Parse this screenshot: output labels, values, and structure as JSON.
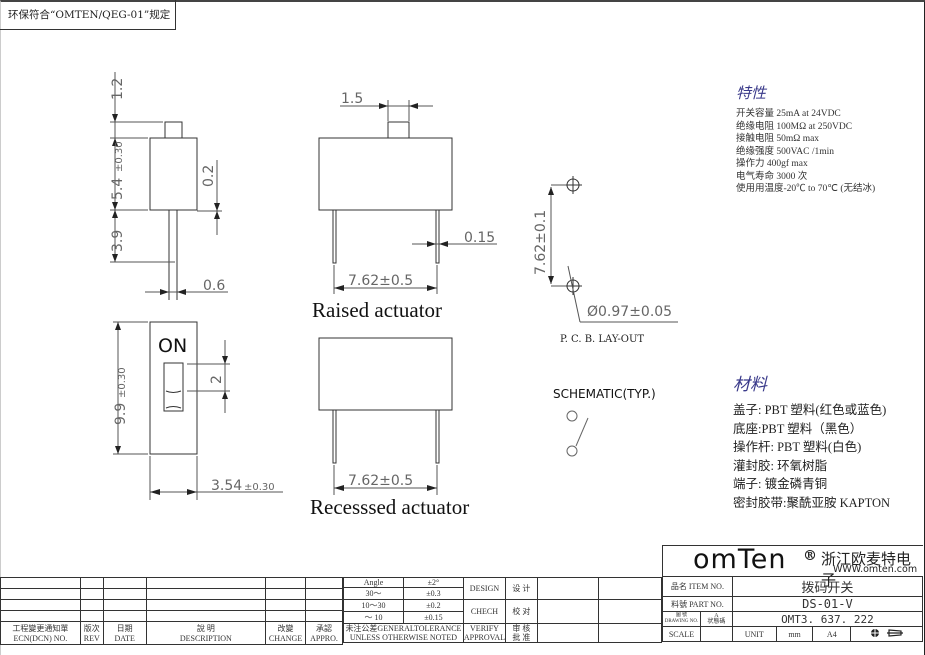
{
  "header": {
    "compliance_note": "环保符合“OMTEN/QEG-01”规定"
  },
  "drawing": {
    "side_view": {
      "dims": [
        "1.2",
        "5.4",
        "±0.30",
        "3.9",
        "0.2",
        "0.6"
      ]
    },
    "top_view": {
      "on_label": "ON",
      "dims": [
        "9.9",
        "±0.30",
        "2",
        "3.54",
        "±0.30"
      ]
    },
    "raised": {
      "dims": [
        "1.5",
        "0.15",
        "7.62±0.5"
      ],
      "caption": "Raised actuator"
    },
    "recessed": {
      "dims": [
        "7.62±0.5"
      ],
      "caption": "Recesssed actuator"
    },
    "pcb_layout": {
      "pitch": "7.62±0.1",
      "hole": "Ø0.97±0.05",
      "caption": "P. C. B. LAY-OUT"
    },
    "schematic": {
      "caption": "SCHEMATIC(TYP.)"
    }
  },
  "characteristics": {
    "title": "特性",
    "lines": [
      "开关容量 25mA at 24VDC",
      "绝缘电阻 100MΩ  at 250VDC",
      "接触电阻 50mΩ  max",
      "绝缘强度 500VAC /1min",
      "操作力 400gf max",
      "电气寿命 3000 次",
      "使用用温度-20℃   to 70℃ (无结冰)"
    ]
  },
  "materials": {
    "title": "材料",
    "lines": [
      "盖子: PBT 塑料(红色或蓝色)",
      "底座:PBT 塑料（黑色）",
      "操作杆: PBT 塑料(白色)",
      "灌封胶: 环氧树脂",
      "端子: 镀金磷青铜",
      "密封胶带:聚酰亚胺 KAPTON"
    ]
  },
  "revision_block": {
    "headers": [
      {
        "cn": "工程變更通知單",
        "en": "ECN(DCN) NO."
      },
      {
        "cn": "版次",
        "en": "REV"
      },
      {
        "cn": "日期",
        "en": "DATE"
      },
      {
        "cn": "說 明",
        "en": "DESCRIPTION"
      },
      {
        "cn": "改變",
        "en": "CHANGE"
      },
      {
        "cn": "承認",
        "en": "APPRO."
      }
    ]
  },
  "tolerance_block": {
    "rows": [
      {
        "range": "Angle",
        "tol": "±2°"
      },
      {
        "range": "30～",
        "tol": "±0.3"
      },
      {
        "range": "10～30",
        "tol": "±0.2"
      },
      {
        "range": "～ 10",
        "tol": "±0.15"
      }
    ],
    "note_cn": "未注公差GENERALTOLERANCE",
    "note_en": "UNLESS OTHERWISE NOTED"
  },
  "approval_block": [
    {
      "en": "DESIGN",
      "cn": "设 计"
    },
    {
      "en": "CHECH",
      "cn": "校 对"
    },
    {
      "en": "VERIFY",
      "cn": "审 核"
    },
    {
      "en": "APPROVAL",
      "cn": "批 准"
    }
  ],
  "title_block": {
    "brand": "omTen",
    "registered": "®",
    "company_cn": "浙江欧麦特电子",
    "website": "WWW.omten.com",
    "item_label": "品名 ITEM NO.",
    "item_value": "拨码开关",
    "part_label": "料號 PART NO.",
    "part_value": "DS-01-V",
    "drawing_label_cn": "圖 號",
    "drawing_label_en": "DRAWING NO.",
    "drawing_rev": "A",
    "drawing_state": "状態碼",
    "drawing_value": "OMT3. 637. 222",
    "scale_label": "SCALE",
    "scale_value": "",
    "unit_label": "UNIT",
    "unit_value": "mm",
    "size_value": "A4"
  }
}
